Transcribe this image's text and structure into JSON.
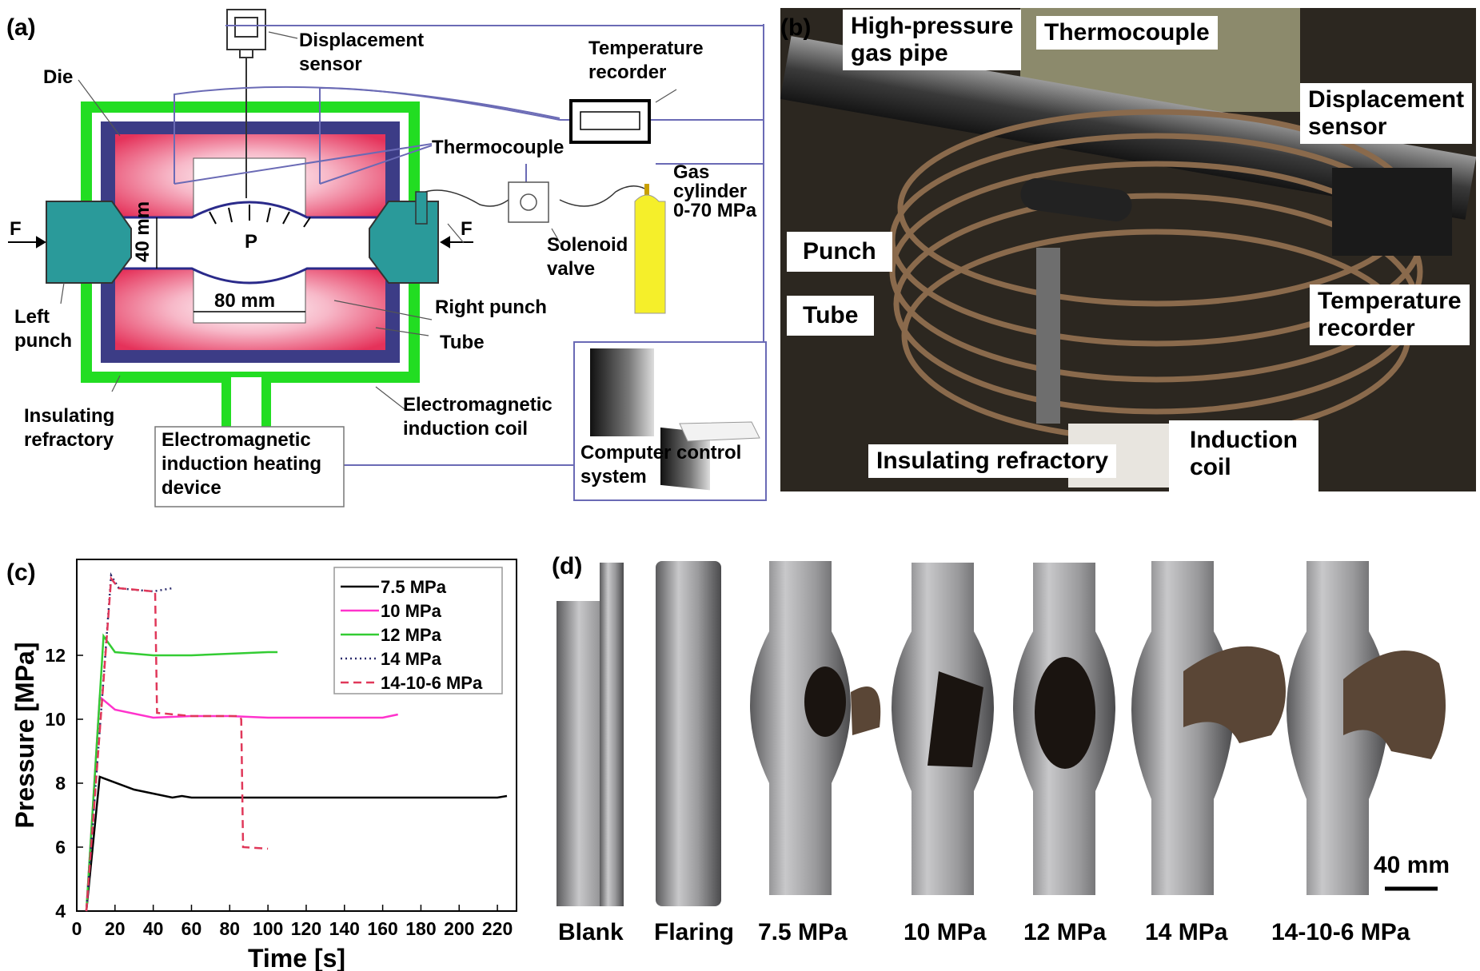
{
  "panel_a": {
    "label": "(a)",
    "labels": {
      "die": "Die",
      "displacement_sensor": "Displacement\nsensor",
      "temperature_recorder": "Temperature\nrecorder",
      "thermocouple": "Thermocouple",
      "gas_cylinder": "Gas\ncylinder\n0-70 MPa",
      "force_left": "F",
      "force_right": "F",
      "pressure": "P",
      "height_dim": "40 mm",
      "width_dim": "80 mm",
      "solenoid_valve": "Solenoid\nvalve",
      "left_punch": "Left\npunch",
      "right_punch": "Right punch",
      "tube": "Tube",
      "insulating_refractory": "Insulating\nrefractory",
      "induction_coil": "Electromagnetic\ninduction coil",
      "heating_device": "Electromagnetic\ninduction heating\ndevice",
      "computer_system": "Computer control\nsystem"
    },
    "colors": {
      "coil": "#22dd22",
      "refractory": "#3c3c86",
      "die": "#e83a5e",
      "punch": "#2a9a9a",
      "cylinder": "#f5ef2a",
      "wire": "#6a6ab5"
    }
  },
  "panel_b": {
    "label": "(b)",
    "labels": {
      "gas_pipe": "High-pressure\ngas pipe",
      "thermocouple": "Thermocouple",
      "displacement_sensor": "Displacement\nsensor",
      "punch": "Punch",
      "tube": "Tube",
      "temperature_recorder": "Temperature\nrecorder",
      "insulating_refractory": "Insulating refractory",
      "induction_coil": "Induction\ncoil"
    }
  },
  "panel_c": {
    "label": "(c)",
    "chart_data": {
      "type": "line",
      "xlabel": "Time [s]",
      "ylabel": "Pressure [MPa]",
      "xlim": [
        0,
        230
      ],
      "ylim": [
        4,
        15
      ],
      "xticks": [
        0,
        20,
        40,
        60,
        80,
        100,
        120,
        140,
        160,
        180,
        200,
        220
      ],
      "yticks": [
        4,
        6,
        8,
        10,
        12
      ],
      "legend_position": "top-right",
      "series": [
        {
          "name": "7.5 MPa",
          "color": "#000000",
          "dash": "solid",
          "x": [
            5,
            12,
            30,
            50,
            55,
            60,
            80,
            100,
            120,
            140,
            160,
            180,
            200,
            220,
            225
          ],
          "y": [
            4,
            8.2,
            7.8,
            7.55,
            7.6,
            7.55,
            7.55,
            7.55,
            7.55,
            7.55,
            7.55,
            7.55,
            7.55,
            7.55,
            7.6
          ]
        },
        {
          "name": "10 MPa",
          "color": "#ff33cc",
          "dash": "solid",
          "x": [
            5,
            12,
            20,
            40,
            60,
            80,
            100,
            120,
            140,
            160,
            168
          ],
          "y": [
            4,
            10.7,
            10.3,
            10.05,
            10.1,
            10.1,
            10.05,
            10.05,
            10.05,
            10.05,
            10.15
          ]
        },
        {
          "name": "12 MPa",
          "color": "#33cc33",
          "dash": "solid",
          "x": [
            5,
            14,
            20,
            40,
            60,
            80,
            100,
            105
          ],
          "y": [
            4,
            12.6,
            12.1,
            12.0,
            12.0,
            12.05,
            12.1,
            12.1
          ]
        },
        {
          "name": "14 MPa",
          "color": "#2a2a6a",
          "dash": "dot",
          "x": [
            5,
            18,
            22,
            30,
            40,
            50
          ],
          "y": [
            4,
            14.5,
            14.1,
            14.05,
            14.0,
            14.1
          ]
        },
        {
          "name": "14-10-6 MPa",
          "color": "#e0385a",
          "dash": "dash",
          "x": [
            5,
            18,
            22,
            40,
            41,
            42,
            60,
            85,
            86,
            87,
            100
          ],
          "y": [
            4,
            14.4,
            14.1,
            14.0,
            14.0,
            10.2,
            10.1,
            10.1,
            10.0,
            6.0,
            5.95
          ]
        }
      ]
    }
  },
  "panel_d": {
    "label": "(d)",
    "scale_bar": "40 mm",
    "specimens": [
      "Blank",
      "Flaring",
      "7.5 MPa",
      "10 MPa",
      "12 MPa",
      "14 MPa",
      "14-10-6 MPa"
    ]
  }
}
